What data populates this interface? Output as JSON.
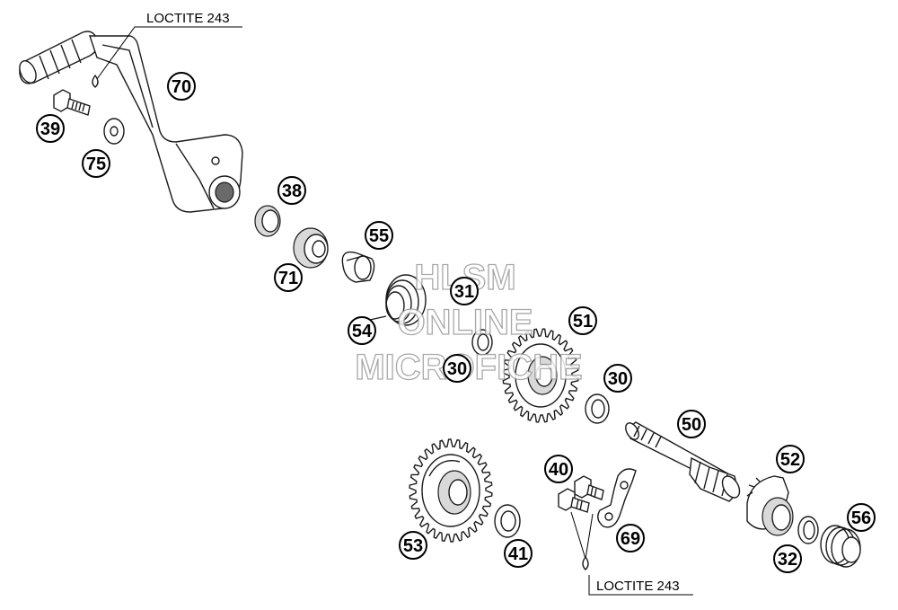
{
  "notes": {
    "top": "LOCTITE 243",
    "bottom": "LOCTITE 243"
  },
  "callouts": {
    "p70": "70",
    "p39": "39",
    "p75": "75",
    "p38": "38",
    "p71": "71",
    "p55": "55",
    "p54": "54",
    "p31": "31",
    "p30a": "30",
    "p51": "51",
    "p30b": "30",
    "p50": "50",
    "p52": "52",
    "p40": "40",
    "p69": "69",
    "p53": "53",
    "p41": "41",
    "p56": "56",
    "p32": "32"
  },
  "watermark": {
    "line1": "HLSM",
    "line2": "ONLINE",
    "line3": "MICROFICHE"
  }
}
